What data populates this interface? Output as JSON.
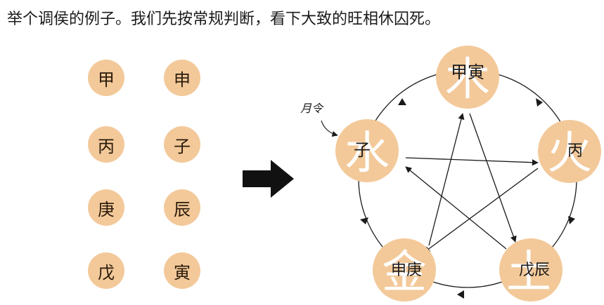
{
  "title": "举个调侯的例子。我们先按常规判断，看下大致的旺相休囚死。",
  "left_grid": {
    "col1": [
      "甲",
      "丙",
      "庚",
      "戊"
    ],
    "col2": [
      "申",
      "子",
      "辰",
      "寅"
    ]
  },
  "month_label": "月令",
  "nodes": [
    {
      "big": "木",
      "small": "甲寅"
    },
    {
      "big": "火",
      "small": "丙"
    },
    {
      "big": "土",
      "small": "戊辰"
    },
    {
      "big": "金",
      "small": "申庚"
    },
    {
      "big": "水",
      "small": "子"
    }
  ],
  "colors": {
    "circle": "#f3c99a",
    "big_char": "#ffffff",
    "line": "#1a1a1a"
  }
}
